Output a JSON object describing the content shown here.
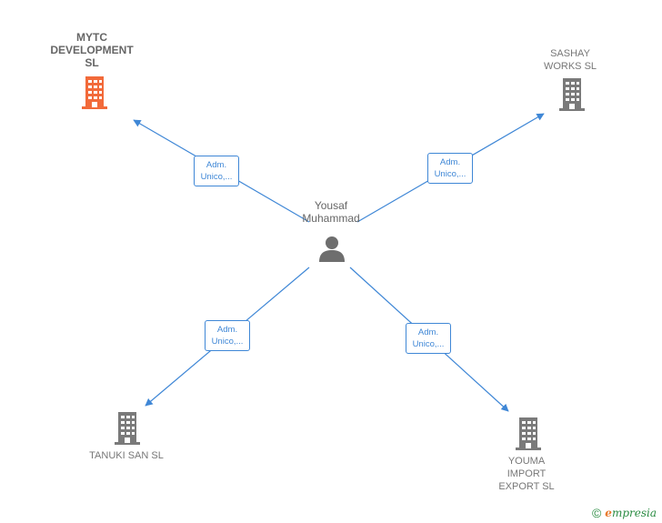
{
  "center": {
    "name": "Yousaf\nMuhammad",
    "icon": "person-icon"
  },
  "nodes": [
    {
      "id": "mytc",
      "label": "MYTC\nDEVELOPMENT\nSL",
      "icon": "building-icon",
      "color": "#f26a3a",
      "focus": true
    },
    {
      "id": "sashay",
      "label": "SASHAY\nWORKS  SL",
      "icon": "building-icon",
      "color": "#7a7a7a",
      "focus": false
    },
    {
      "id": "tanuki",
      "label": "TANUKI SAN  SL",
      "icon": "building-icon",
      "color": "#7a7a7a",
      "focus": false
    },
    {
      "id": "youma",
      "label": "YOUMA\nIMPORT\nEXPORT SL",
      "icon": "building-icon",
      "color": "#7a7a7a",
      "focus": false
    }
  ],
  "relations": [
    {
      "to": "mytc",
      "label": "Adm.\nUnico,..."
    },
    {
      "to": "sashay",
      "label": "Adm.\nUnico,..."
    },
    {
      "to": "tanuki",
      "label": "Adm.\nUnico,..."
    },
    {
      "to": "youma",
      "label": "Adm.\nUnico,..."
    }
  ],
  "colors": {
    "edge": "#3f87d6",
    "person": "#6e6e6e"
  },
  "footer": {
    "symbol": "©",
    "brand_initial": "e",
    "brand_rest": "mpresia"
  }
}
